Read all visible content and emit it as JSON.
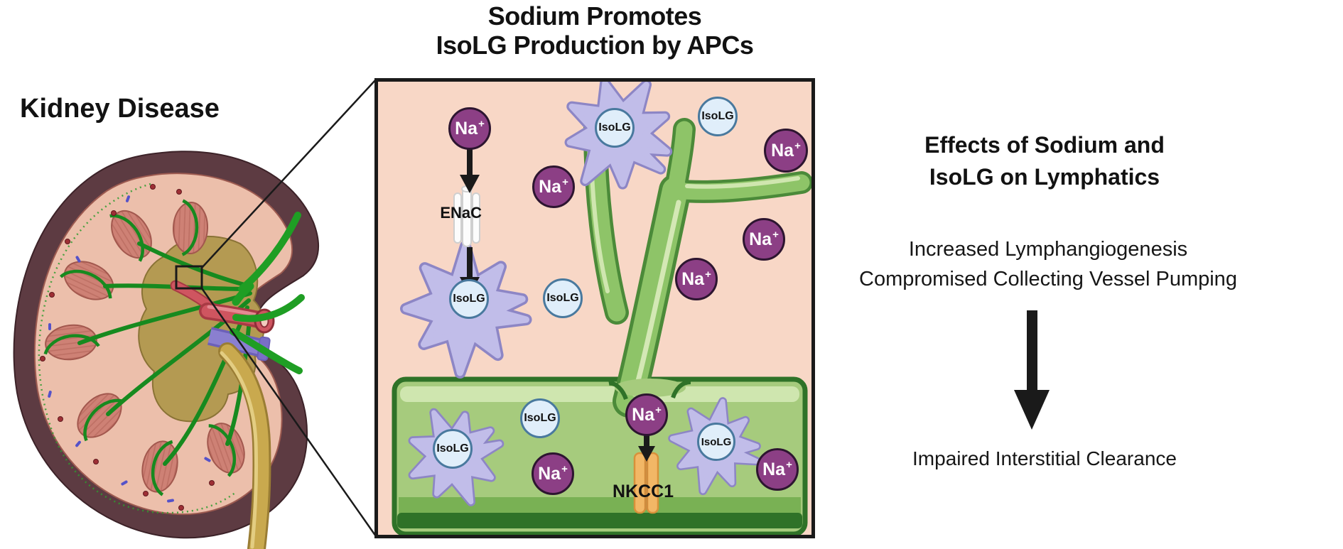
{
  "titles": {
    "kidney": "Kidney Disease",
    "inset_line1": "Sodium Promotes",
    "inset_line2": "IsoLG Production by APCs",
    "effects_line1": "Effects of Sodium and",
    "effects_line2": "IsoLG on Lymphatics"
  },
  "effects": {
    "finding1": "Increased Lymphangiogenesis",
    "finding2": "Compromised Collecting Vessel Pumping",
    "outcome": "Impaired Interstitial Clearance"
  },
  "labels": {
    "na": "Na",
    "plus": "+",
    "isolg": "IsoLG",
    "enac": "ENaC",
    "nkcc1": "NKCC1"
  },
  "icons": {
    "sodium_ion": "purple-circle",
    "isolg_particle": "blue-circle",
    "apc_cell": "spiky-dendritic-cell",
    "lymphatic_vessel": "green-tube",
    "flow_arrow": "black-down-arrow"
  },
  "colors": {
    "inset_background": "#f8d7c6",
    "sodium_fill": "#8c3f85",
    "isolg_fill": "#e0eefa",
    "apc_fill": "#c1bde9",
    "vessel_interior": "#a6cb7d",
    "vessel_edge": "#2f7228",
    "branch_fill": "#8ec468",
    "enac_fill": "#fcfcfc",
    "nkcc1_fill": "#f2b766",
    "kidney_capsule": "#5d3b42",
    "kidney_cortex": "#ecbfab",
    "pyramid": "#ce8175",
    "pelvis": "#b49a52",
    "artery": "#cf5560",
    "vein": "#8a7fd0",
    "lymph_green": "#178a1f",
    "arrow_black": "#1a1a1a"
  }
}
